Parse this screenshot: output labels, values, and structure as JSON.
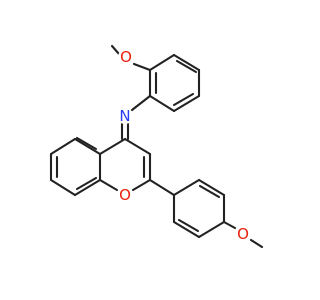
{
  "molecule": {
    "atom_labels": {
      "methoxy_oxygen_top": "O",
      "imine_nitrogen": "N",
      "ring_oxygen": "O",
      "methoxy_oxygen_bottom": "O"
    },
    "colors": {
      "bond": "#222222",
      "oxygen": "#e8200c",
      "nitrogen": "#2a3cf0",
      "background": "#ffffff"
    }
  }
}
